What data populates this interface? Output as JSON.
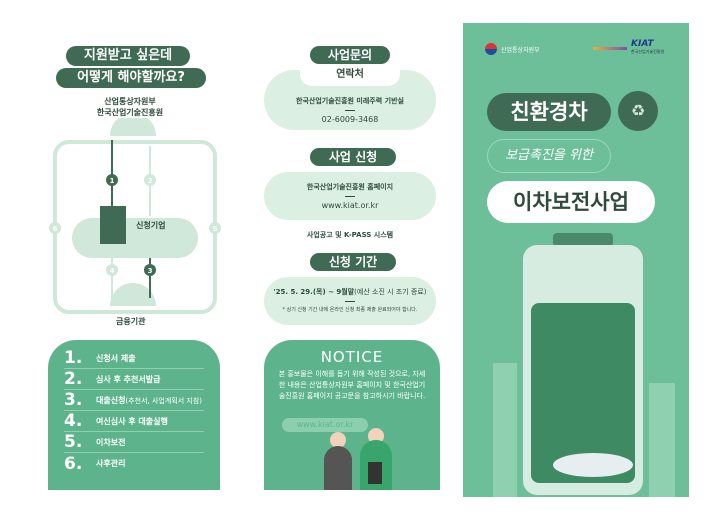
{
  "left": {
    "title_line1": "지원받고 싶은데",
    "title_line2": "어떻게 해야할까요?",
    "agency_line1": "산업통상자원부",
    "agency_line2": "한국산업기술진흥원",
    "company": "신청기업",
    "bank": "금융기관",
    "flow_numbers": [
      "1",
      "2",
      "3",
      "4",
      "5",
      "6"
    ],
    "steps": [
      {
        "num": "1.",
        "label": "신청서 제출"
      },
      {
        "num": "2.",
        "label": "심사 후 추천서발급"
      },
      {
        "num": "3.",
        "label": "대출신청",
        "note": "(추천서, 사업계획서 지참)"
      },
      {
        "num": "4.",
        "label": "여신심사 후 대출실행"
      },
      {
        "num": "5.",
        "label": "이차보전"
      },
      {
        "num": "6.",
        "label": "사후관리"
      }
    ]
  },
  "middle": {
    "inquiry_title": "사업문의",
    "contact_label": "연락처",
    "contact_org": "한국산업기술진흥원 미래주력 기반실",
    "contact_phone": "02-6009-3468",
    "apply_title": "사업 신청",
    "apply_site": "한국산업기술진흥원 홈페이지",
    "apply_url": "www.kiat.or.kr",
    "apply_system": "사업공고 및 K-PASS 시스템",
    "period_title": "신청 기간",
    "period": "'25. 5. 29.(목) ~ 9월말",
    "period_note": "(예산 소진 시 조기 종료)",
    "period_footnote": "* 상기 신청 기간 내에 온라인 신청 최종 제출 완료되어야 합니다.",
    "notice_title": "NOTICE",
    "notice_text": "본 홍보물은 이해를 돕기 위해 작성된 것으로, 자세한 내용은 산업통상자원부 홈페이지 및 한국산업기술진흥원 홈페이지 공고문을 참고하시기 바랍니다.",
    "notice_url": "www.kiat.or.kr"
  },
  "cover": {
    "ministry": "산업통상자원부",
    "kiat_logo": "KIAT",
    "kiat_sub": "한국산업기술진흥원",
    "title1": "친환경차",
    "title2": "보급촉진을 위한",
    "title3": "이차보전사업"
  },
  "colors": {
    "dark": "#3f6a54",
    "mid": "#5db48c",
    "mint": "#dcefe3",
    "cover": "#6cbf99"
  }
}
